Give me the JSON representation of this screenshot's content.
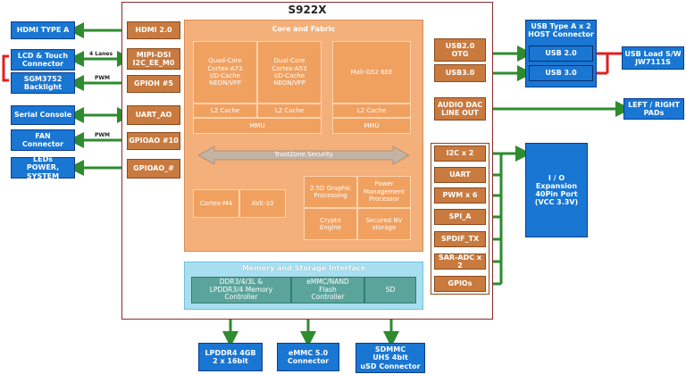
{
  "soc": {
    "title": "S922X",
    "core_fabric_title": "Core and Fabric",
    "cpu_a73": "Quad-Core\nCortex-A73\nI/D-Cache\nNEON/VFP",
    "cpu_a53": "Dual-Core\nCortex-A53\nI/D-Cache\nNEON/VFP",
    "gpu": "Mali-G52 6EE",
    "l2_a73": "L2 Cache",
    "l2_a53": "L2 Cache",
    "l2_gpu": "L2 Cache",
    "mmu_cpu": "MMU",
    "mmu_gpu": "MMU",
    "trustzone": "TrustZone Security",
    "cortex_m4": "Cortex-M4",
    "ave10": "AVE-10",
    "graphic": "2.5D Graphic\nProcessing",
    "power": "Power\nManagement\nProcessor",
    "crypto": "Crypto\nEngine",
    "secured_nv": "Secured NV\nstorage",
    "mem_title": "Memory and Storage Interface",
    "ddr_ctrl": "DDR3/4/3L &\nLPDDR3/4 Memory\nController",
    "emmc_ctrl": "eMMC/NAND\nFlash\nController",
    "sd_ctrl": "SD"
  },
  "left_ports": [
    "HDMI 2.0",
    "MIPI-DSI\nI2C_EE_M0",
    "GPIOH #5",
    "UART_AO",
    "GPIOAO #10",
    "GPIOAO_#"
  ],
  "left_devices": [
    "HDMI TYPE A",
    "LCD & Touch\nConnector",
    "SGM3752\nBacklight",
    "Serial Console",
    "FAN\nConnector",
    "LEDs\nPOWER, SYSTEM"
  ],
  "wire_labels": {
    "lanes": "4 Lanes",
    "pwm1": "PWM",
    "pwm2": "PWM"
  },
  "right_ports": [
    "USB2.0\nOTG",
    "USB3.0",
    "AUDIO DAC\nLINE OUT",
    "I2C x 2",
    "UART",
    "PWM x 6",
    "SPI_A",
    "SPDIF_TX",
    "SAR-ADC x 2",
    "GPIOs"
  ],
  "usb_host": {
    "title": "USB Type A x 2\nHOST Connector",
    "usb2": "USB 2.0",
    "usb3": "USB 3.0"
  },
  "usb_load": "USB Load S/W\nJW7111S",
  "audio_pads": "LEFT / RIGHT\nPADs",
  "io_expansion": "I / O\nExpansion\n40Pin Port\n(VCC 3.3V)",
  "bottom_devices": [
    "LPDDR4 4GB\n2 x 16bit",
    "eMMC 5.0\nConnector",
    "SDMMC\nUHS 4bit\nuSD Connector"
  ],
  "colors": {
    "blue": "#1976d2",
    "brown": "#c97a3e",
    "green": "#2e8b2e",
    "red": "#e02020",
    "core": "#f0a160"
  }
}
